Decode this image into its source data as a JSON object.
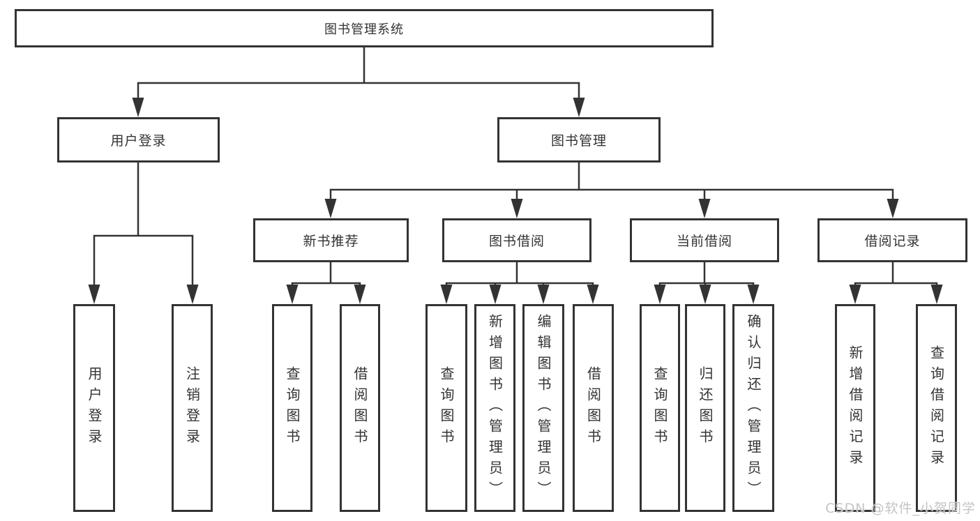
{
  "tree": {
    "label": "图书管理系统",
    "children": [
      {
        "label": "用户登录",
        "children": [
          {
            "label": "用户登录"
          },
          {
            "label": "注销登录"
          }
        ]
      },
      {
        "label": "图书管理",
        "children": [
          {
            "label": "新书推荐",
            "children": [
              {
                "label": "查询图书"
              },
              {
                "label": "借阅图书"
              }
            ]
          },
          {
            "label": "图书借阅",
            "children": [
              {
                "label": "查询图书"
              },
              {
                "label": "新增图书（管理员）"
              },
              {
                "label": "编辑图书（管理员）"
              },
              {
                "label": "借阅图书"
              }
            ]
          },
          {
            "label": "当前借阅",
            "children": [
              {
                "label": "查询图书"
              },
              {
                "label": "归还图书"
              },
              {
                "label": "确认归还（管理员）"
              }
            ]
          },
          {
            "label": "借阅记录",
            "children": [
              {
                "label": "新增借阅记录"
              },
              {
                "label": "查询借阅记录"
              }
            ]
          }
        ]
      }
    ]
  },
  "watermark": "CSDN @软件_小贺同学",
  "colors": {
    "line": "#333333",
    "text": "#333333",
    "watermark": "#c4c4c4",
    "background": "#ffffff"
  }
}
